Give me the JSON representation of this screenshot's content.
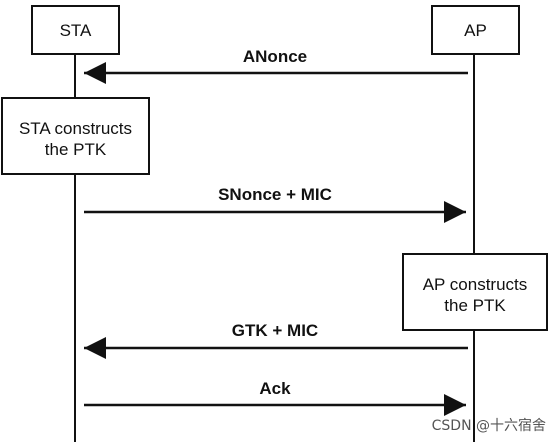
{
  "participants": {
    "sta": "STA",
    "ap": "AP"
  },
  "notes": {
    "sta_note": [
      "STA constructs",
      "the PTK"
    ],
    "ap_note": [
      "AP constructs",
      "the PTK"
    ]
  },
  "messages": [
    {
      "label": "ANonce",
      "from": "AP",
      "to": "STA"
    },
    {
      "label": "SNonce + MIC",
      "from": "STA",
      "to": "AP"
    },
    {
      "label": "GTK + MIC",
      "from": "AP",
      "to": "STA"
    },
    {
      "label": "Ack",
      "from": "STA",
      "to": "AP"
    }
  ],
  "watermark": "CSDN @十六宿舍",
  "colors": {
    "line": "#111111",
    "background": "#ffffff"
  }
}
